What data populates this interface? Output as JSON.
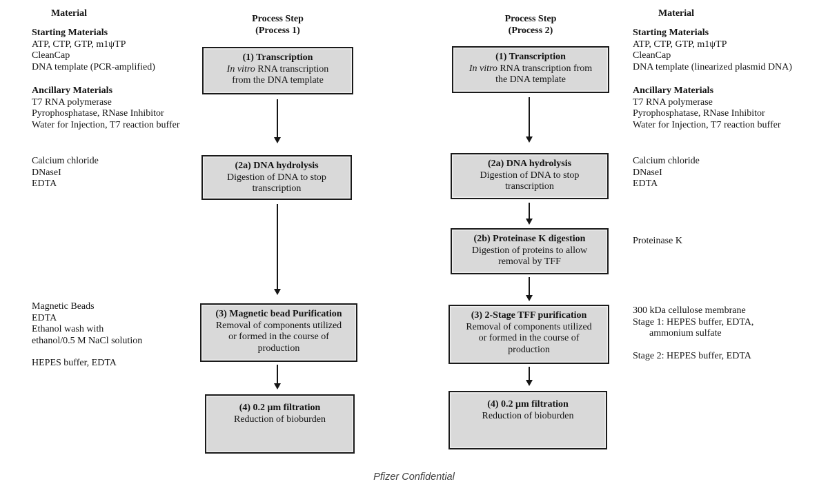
{
  "colors": {
    "box_fill": "#d9d9d9",
    "box_border": "#1a1a1a",
    "text": "#141414",
    "footer_text": "#3d3d3d"
  },
  "footer": {
    "text": "Pfizer Confidential"
  },
  "left_materials": {
    "header": "Material",
    "starting_title": "Starting Materials",
    "starting_lines": [
      "ATP, CTP, GTP, m1ψTP",
      "CleanCap",
      "DNA template (PCR-amplified)"
    ],
    "ancillary_title": "Ancillary Materials",
    "ancillary_lines": [
      "T7 RNA polymerase",
      "Pyrophosphatase, RNase Inhibitor",
      "Water for Injection, T7 reaction buffer"
    ],
    "dna_hydrolysis_lines": [
      "Calcium chloride",
      "DNaseI",
      "EDTA"
    ],
    "purification_lines": [
      "Magnetic Beads",
      "EDTA",
      "Ethanol wash with",
      "ethanol/0.5 M NaCl solution"
    ],
    "buffer_lines": [
      "HEPES buffer, EDTA"
    ]
  },
  "process1": {
    "header_line1": "Process Step",
    "header_line2": "(Process 1)",
    "box1": {
      "title": "(1) Transcription",
      "body1_italic": "In vitro",
      "body1_rest": " RNA transcription",
      "body2": "from the DNA template"
    },
    "box2a": {
      "title": "(2a) DNA hydrolysis",
      "body1": "Digestion of DNA to stop",
      "body2": "transcription"
    },
    "box3": {
      "title": "(3) Magnetic bead Purification",
      "body1": "Removal of components utilized",
      "body2": "or formed in the course of",
      "body3": "production"
    },
    "box4": {
      "title": "(4) 0.2 μm filtration",
      "body1": "Reduction of bioburden"
    }
  },
  "process2": {
    "header_line1": "Process Step",
    "header_line2": "(Process 2)",
    "box1": {
      "title": "(1) Transcription",
      "body1_italic": "In vitro",
      "body1_rest": " RNA transcription from",
      "body2": "the DNA template"
    },
    "box2a": {
      "title": "(2a) DNA hydrolysis",
      "body1": "Digestion of DNA to stop",
      "body2": "transcription"
    },
    "box2b": {
      "title": "(2b) Proteinase K digestion",
      "body1": "Digestion of proteins to allow",
      "body2": "removal by TFF"
    },
    "box3": {
      "title": "(3) 2-Stage TFF purification",
      "body1": "Removal of components utilized",
      "body2": "or formed in the course of",
      "body3": "production"
    },
    "box4": {
      "title": "(4) 0.2 μm filtration",
      "body1": "Reduction of bioburden"
    }
  },
  "right_materials": {
    "header": "Material",
    "starting_title": "Starting Materials",
    "starting_lines": [
      "ATP, CTP, GTP, m1ψTP",
      "CleanCap",
      "DNA template (linearized plasmid DNA)"
    ],
    "ancillary_title": "Ancillary Materials",
    "ancillary_lines": [
      "T7 RNA polymerase",
      "Pyrophosphatase, RNase Inhibitor",
      "Water for Injection, T7 reaction buffer"
    ],
    "dna_hydrolysis_lines": [
      "Calcium chloride",
      "DNaseI",
      "EDTA"
    ],
    "proteinase_lines": [
      "Proteinase K"
    ],
    "tff_lines": [
      "300 kDa cellulose membrane",
      "Stage 1: HEPES buffer, EDTA,",
      "ammonium sulfate"
    ],
    "tff_stage2_lines": [
      "Stage 2: HEPES buffer, EDTA"
    ]
  }
}
